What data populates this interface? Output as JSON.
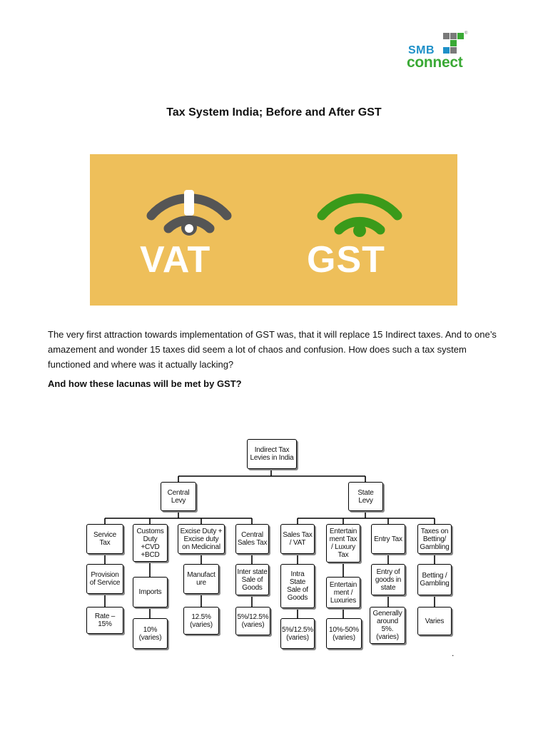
{
  "logo": {
    "line1": "SMB",
    "line2": "connect",
    "reg": "®",
    "colors": {
      "blue": "#1e90c8",
      "green": "#3aa935",
      "gray": "#7a7a7a"
    }
  },
  "title": "Tax System India; Before and After GST",
  "banner": {
    "left_label": "VAT",
    "right_label": "GST",
    "left_icon": "wifi-warning-icon",
    "right_icon": "wifi-icon",
    "colors": {
      "background": "#eebf5a",
      "left_icon": "#555555",
      "right_icon": "#3a9a1a",
      "warning": "#ffffff"
    }
  },
  "paragraph": "The very first attraction towards implementation of GST was, that it will replace 15 Indirect taxes. And to one’s amazement and wonder 15 taxes did seem a lot of chaos and confusion. How does such a tax system functioned and where was it actually lacking?",
  "question": "And how these lacunas will be met by GST?",
  "stray_dot": ".",
  "diagram": {
    "root": "Indirect Tax\nLevies in India",
    "branches": [
      {
        "label": "Central\nLevy",
        "columns": [
          {
            "head": "Service\nTax",
            "mid": "Provision\nof Service",
            "rate": "Rate –\n15%"
          },
          {
            "head": "Customs\nDuty\n+CVD\n+BCD",
            "mid": "Imports",
            "rate": "10%\n(varies)"
          },
          {
            "head": "Excise Duty +\nExcise duty\non Medicinal",
            "mid": "Manufact\nure",
            "rate": "12.5%\n(varies)"
          },
          {
            "head": "Central\nSales Tax",
            "mid": "Inter state\nSale of\nGoods",
            "rate": "5%/12.5%\n(varies)"
          }
        ]
      },
      {
        "label": "State\nLevy",
        "columns": [
          {
            "head": "Sales Tax\n/ VAT",
            "mid": "Intra\nState\nSale of\nGoods",
            "rate": "5%/12.5%\n(varies)"
          },
          {
            "head": "Entertain\nment Tax\n/ Luxury\nTax",
            "mid": "Entertain\nment /\nLuxuries",
            "rate": "10%-50%\n(varies)"
          },
          {
            "head": "Entry Tax",
            "mid": "Entry of\ngoods in\nstate",
            "rate": "Generally\naround\n5%.\n(varies)"
          },
          {
            "head": "Taxes on\nBetting/\nGambling",
            "mid": "Betting /\nGambling",
            "rate": "Varies"
          }
        ]
      }
    ]
  }
}
